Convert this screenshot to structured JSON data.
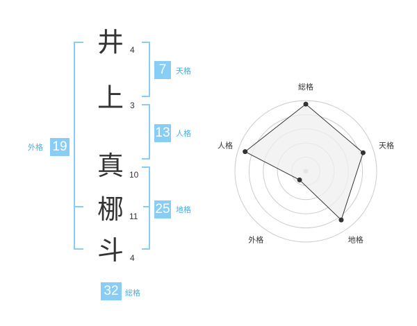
{
  "name": [
    {
      "char": "井",
      "strokes": "4"
    },
    {
      "char": "上",
      "strokes": "3"
    },
    {
      "char": "真",
      "strokes": "10"
    },
    {
      "char": "梛",
      "strokes": "11"
    },
    {
      "char": "斗",
      "strokes": "4"
    }
  ],
  "fortunes": {
    "tenkaku": {
      "value": "7",
      "label": "天格"
    },
    "jinkaku": {
      "value": "13",
      "label": "人格"
    },
    "chikaku": {
      "value": "25",
      "label": "地格"
    },
    "gaikaku": {
      "value": "19",
      "label": "外格"
    },
    "soukaku": {
      "value": "32",
      "label": "総格"
    }
  },
  "colors": {
    "accent": "#87cdf5",
    "label": "#48aee8",
    "text": "#333333",
    "radar_fill": "#efefef"
  },
  "chart_data": {
    "type": "radar",
    "axes": [
      "総格",
      "天格",
      "地格",
      "外格",
      "人格"
    ],
    "values": [
      0.95,
      0.85,
      0.85,
      0.15,
      0.9
    ],
    "rings": 5,
    "max": 1
  }
}
